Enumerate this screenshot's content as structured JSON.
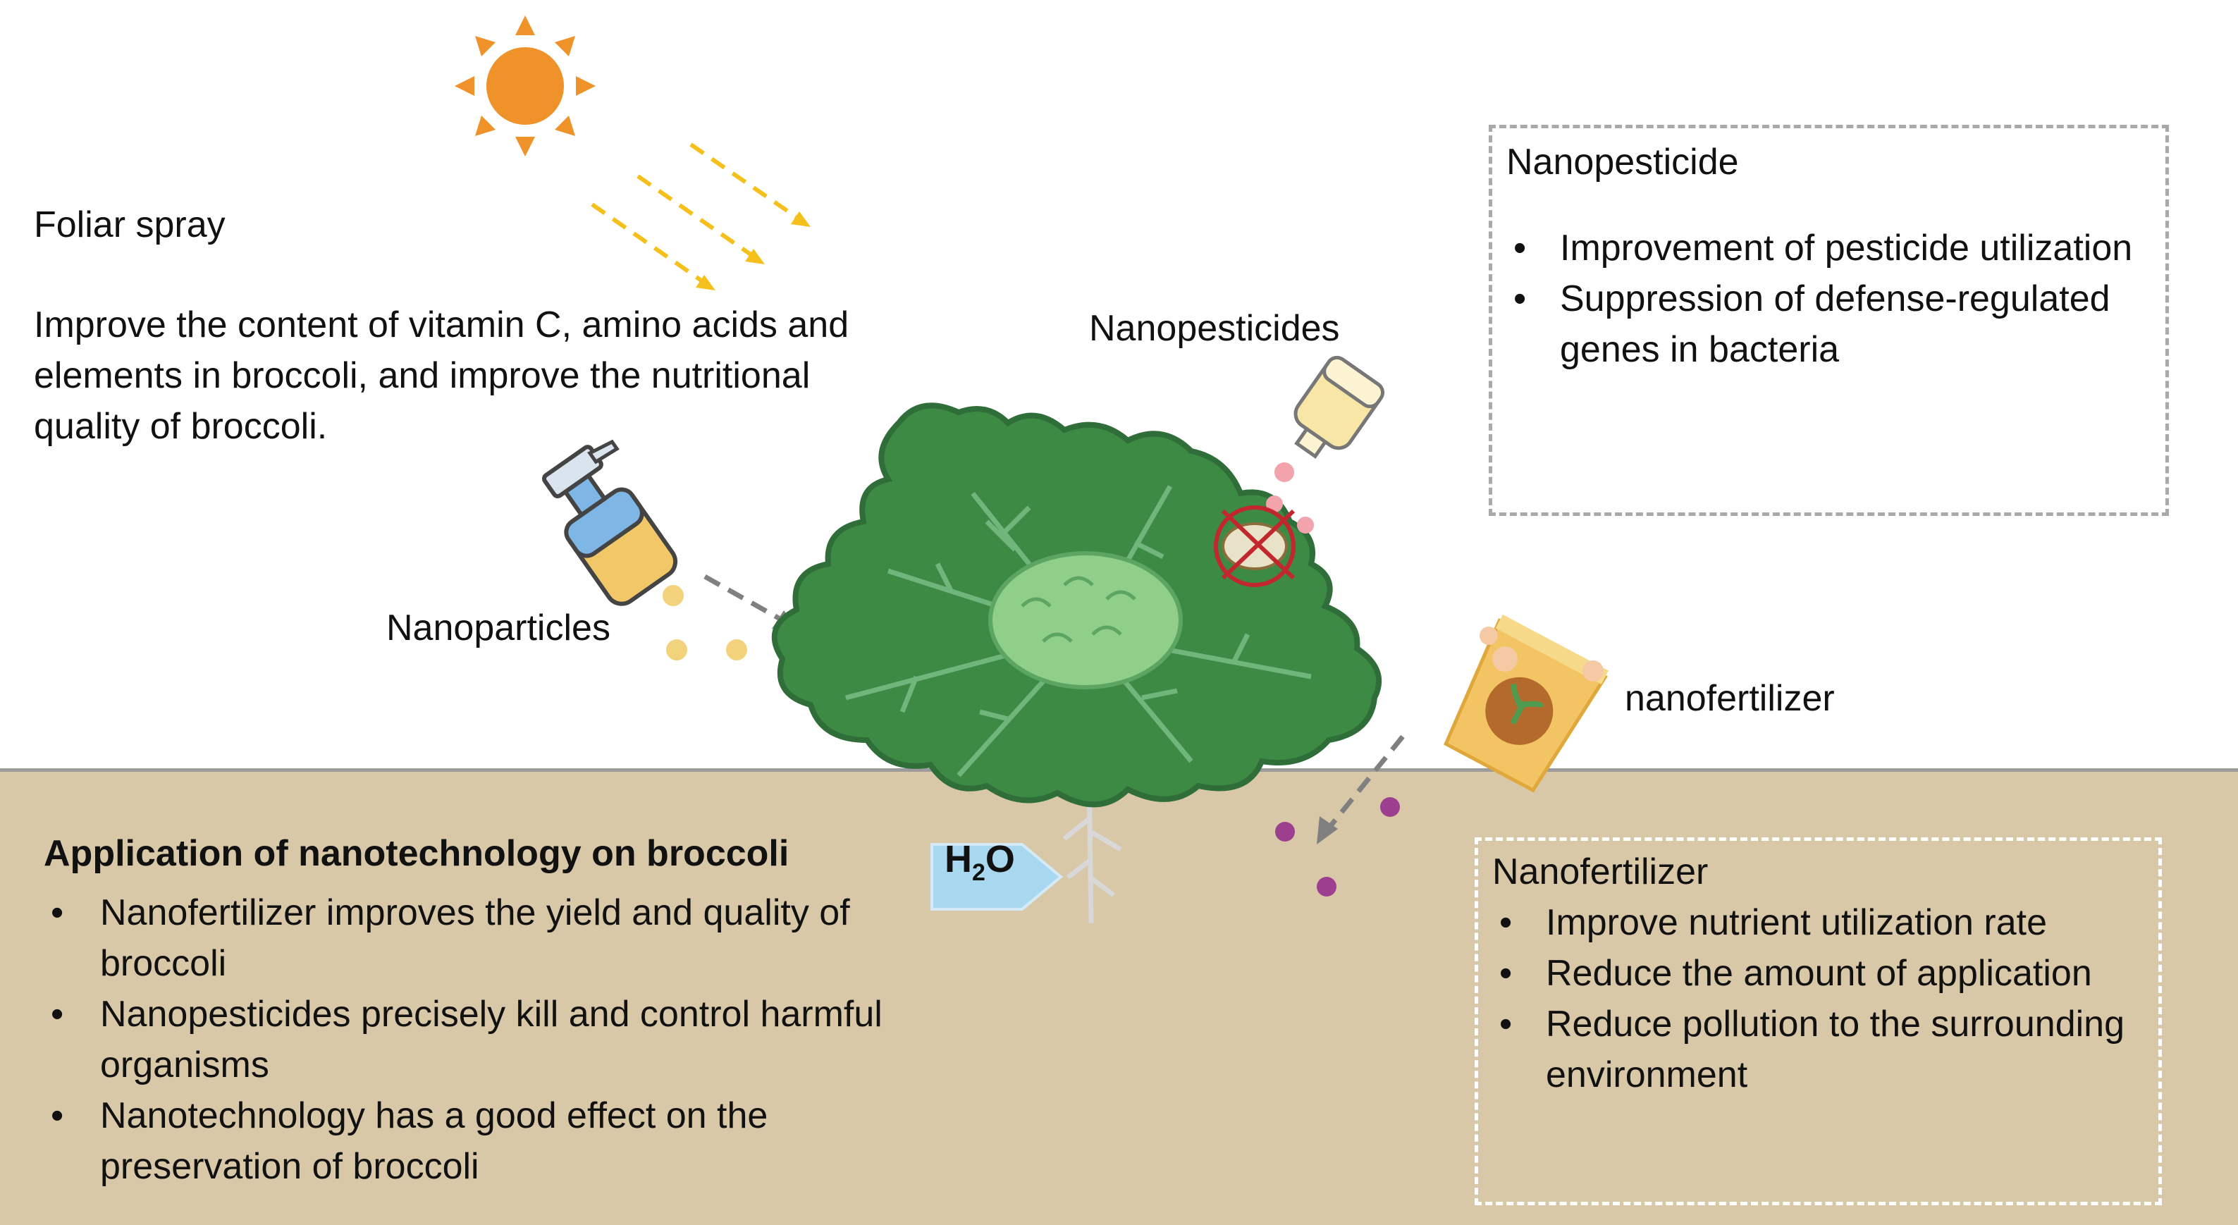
{
  "foliar": {
    "title": "Foliar spray",
    "description": "Improve the content of vitamin C, amino acids and elements in broccoli, and improve the nutritional quality of broccoli."
  },
  "labels": {
    "nanoparticles": "Nanoparticles",
    "nanopesticides": "Nanopesticides",
    "nanofertilizer": "nanofertilizer",
    "water_main": "H",
    "water_sub": "2",
    "water_end": "O"
  },
  "nanopesticide_box": {
    "title": "Nanopesticide",
    "items": [
      "Improvement of pesticide utilization",
      "Suppression of defense-regulated genes in bacteria"
    ]
  },
  "nanofertilizer_box": {
    "title": "Nanofertilizer",
    "items": [
      "Improve nutrient utilization rate",
      "Reduce the amount of application",
      "Reduce pollution to the surrounding environment"
    ]
  },
  "application": {
    "title": "Application of nanotechnology on broccoli",
    "items": [
      "Nanofertilizer improves the yield and quality of broccoli",
      "Nanopesticides precisely kill and control harmful organisms",
      "Nanotechnology has a good effect on the preservation of broccoli"
    ]
  },
  "colors": {
    "sun": "#f0922a",
    "sunlight_arrows": "#f5c01b",
    "leaf": "#3d8a45",
    "leaf_edge": "#2f6e38",
    "soil": "#d8c8a8",
    "h2o_arrow": "#a8d8ef",
    "nanoparticle_dots": "#f3d27c",
    "pesticide_dots": "#f2a3ab",
    "fertilizer_dots": "#9b3f8e"
  },
  "icons": [
    "sun-icon",
    "spray-bottle-icon",
    "pesticide-bottle-icon",
    "crossed-out-pest-icon",
    "fertilizer-bag-icon",
    "broccoli-plant-icon"
  ]
}
